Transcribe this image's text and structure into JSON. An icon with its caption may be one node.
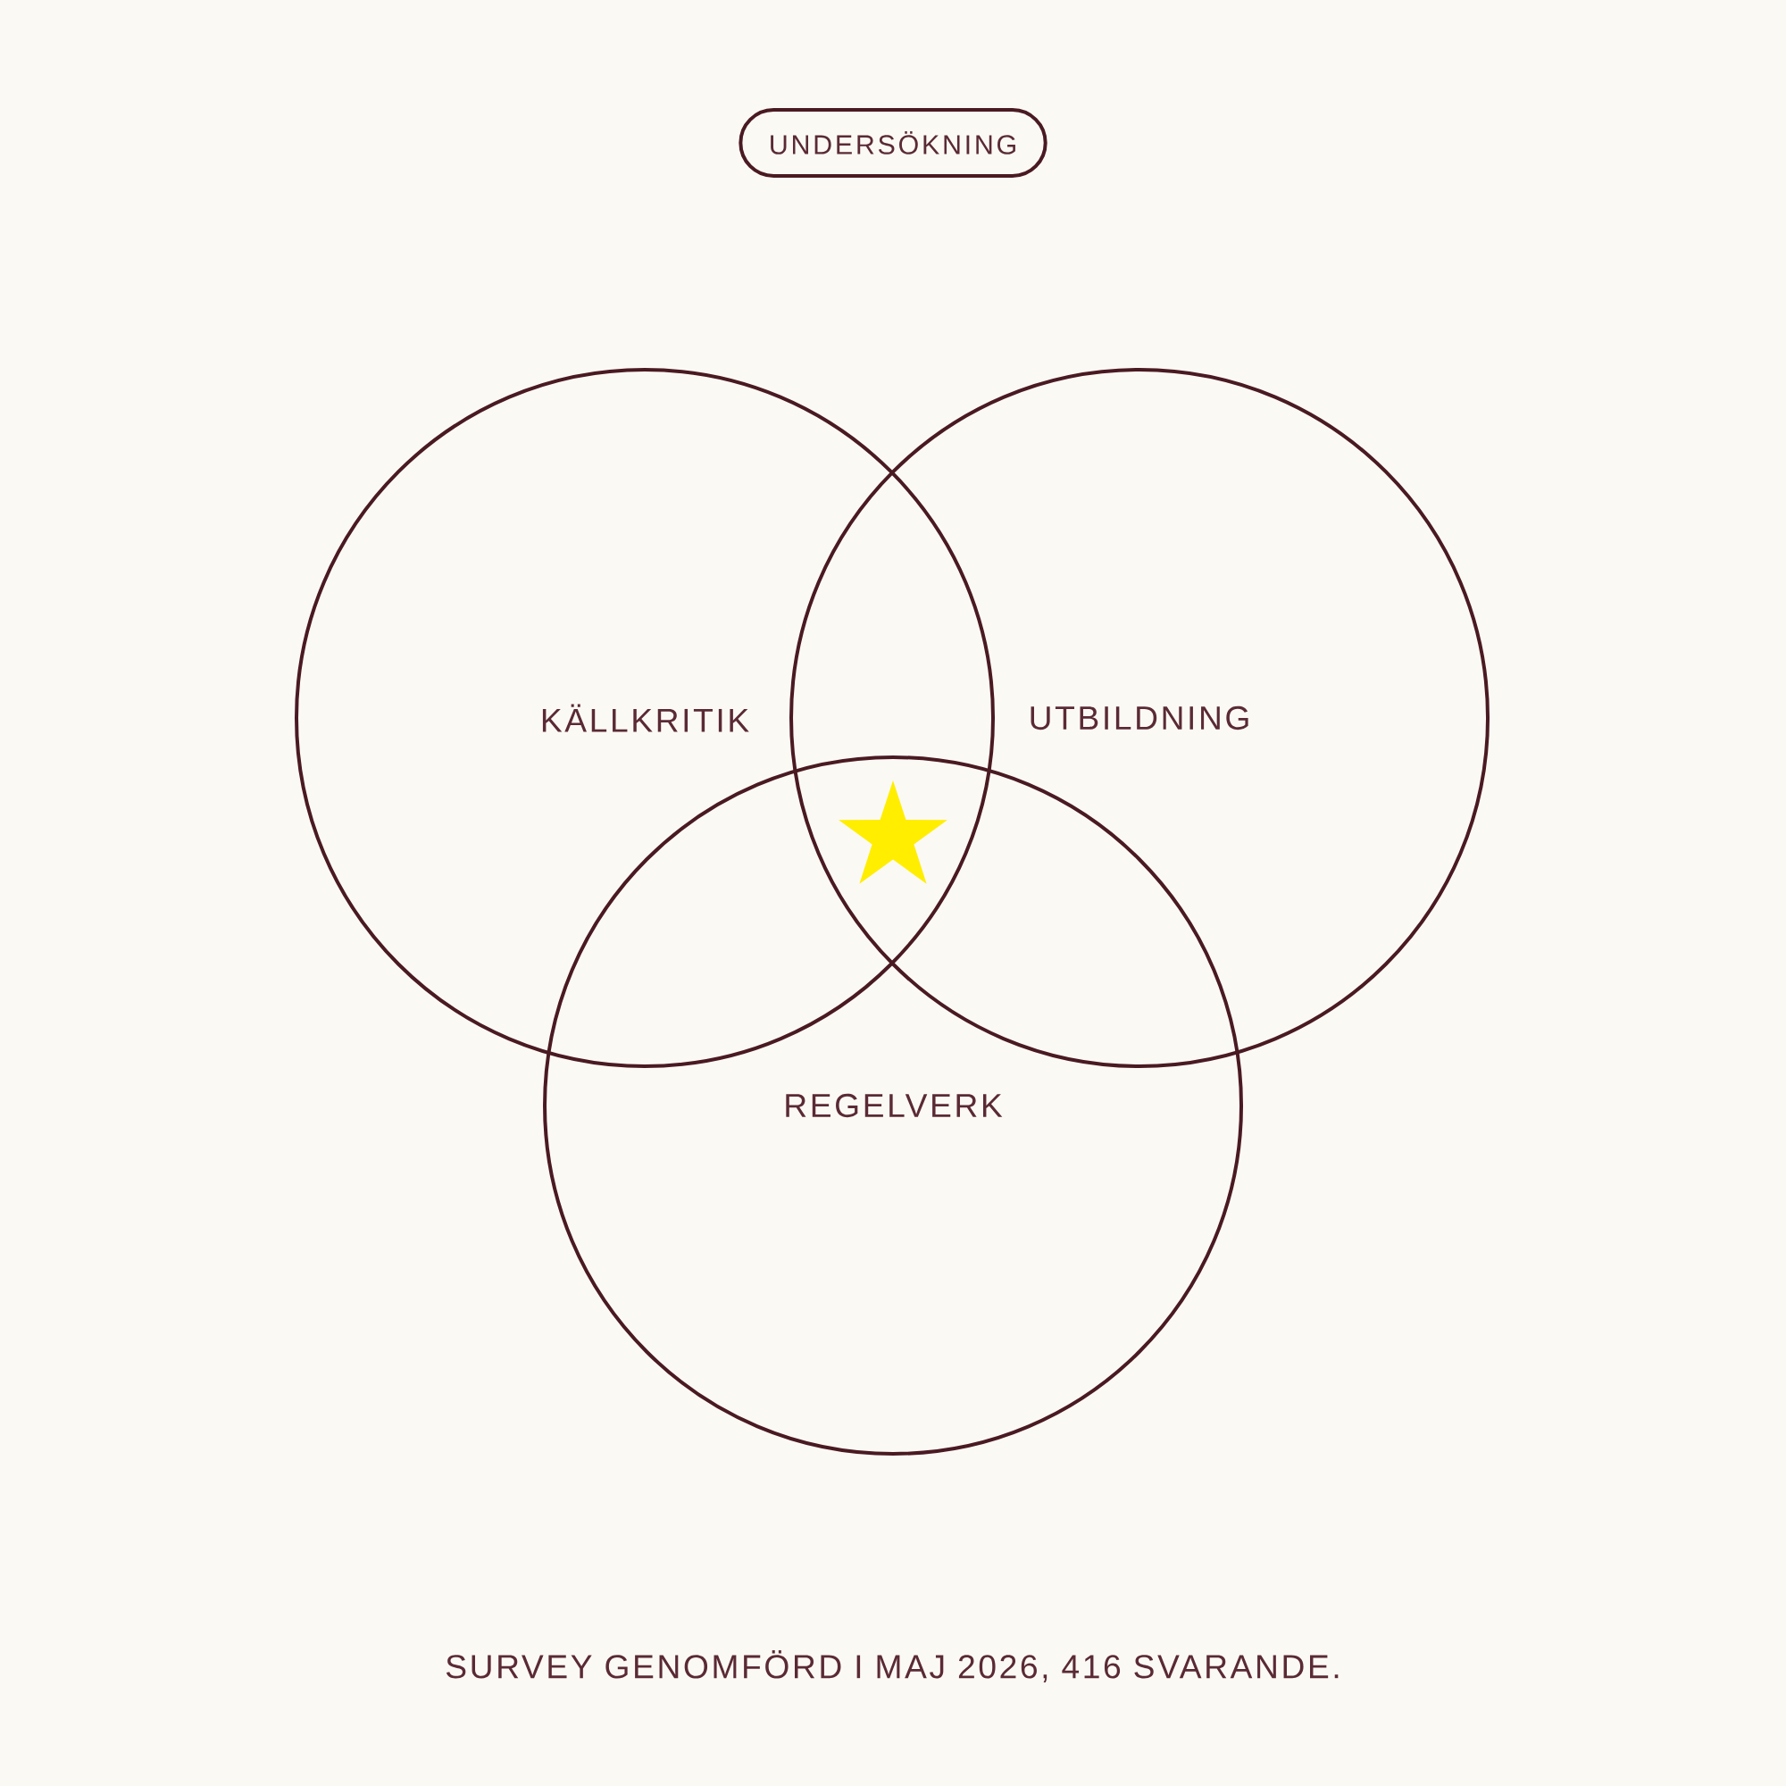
{
  "diagram": {
    "caption": "SURVEY GENOMFÖRD I MAJ 2026, 416 SVARANDE.",
    "nodes": [
      {
        "text": [
          "UNDERSÖKNING"
        ]
      },
      {
        "text": [
          "KÄLLKRITIK"
        ]
      },
      {
        "text": [
          "UTBILDNING"
        ]
      },
      {
        "text": [
          "REGELVERK"
        ]
      }
    ]
  }
}
